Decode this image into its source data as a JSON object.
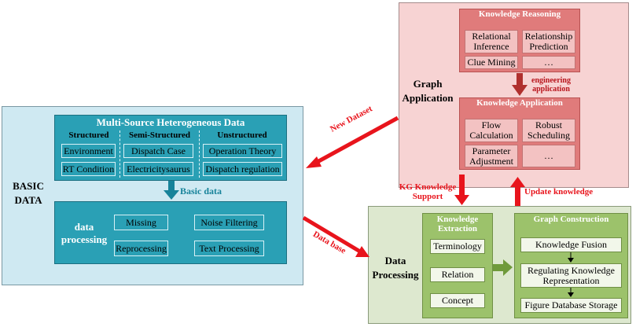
{
  "basic": {
    "title": "BASIC DATA",
    "mshd_title": "Multi-Source Heterogeneous Data",
    "columns": [
      "Structured",
      "Semi-Structured",
      "Unstructured"
    ],
    "structured": [
      "Environment",
      "RT Condition"
    ],
    "semi": [
      "Dispatch Case",
      "Electricitysaurus"
    ],
    "unstructured": [
      "Operation Theory",
      "Dispatch regulation"
    ],
    "arrow_label": "Basic data",
    "dp_label": "data processing",
    "dp_items": [
      "Missing",
      "Noise Filtering",
      "Reprocessing",
      "Text Processing"
    ]
  },
  "graph": {
    "title": "Graph Application",
    "reasoning_title": "Knowledge Reasoning",
    "reasoning_items": [
      "Relational Inference",
      "Relationship Prediction",
      "Clue Mining",
      "…"
    ],
    "engineering_label": "engineering application",
    "application_title": "Knowledge Application",
    "application_items": [
      "Flow Calculation",
      "Robust Scheduling",
      "Parameter Adjustment",
      "…"
    ]
  },
  "dp": {
    "title": "Data Processing",
    "extraction_title": "Knowledge Extraction",
    "extraction_items": [
      "Terminology",
      "Relation",
      "Concept"
    ],
    "construction_title": "Graph Construction",
    "construction_items": [
      "Knowledge Fusion",
      "Regulating Knowledge Representation",
      "Figure Database Storage"
    ]
  },
  "arrows": {
    "new_dataset": "New Dataset",
    "data_base": "Data base",
    "kg_support": "KG Knowledge Support",
    "update_knowledge": "Update knowledge"
  },
  "colors": {
    "red_arrow": "#e8141c",
    "teal_arrow": "#17839a",
    "green_arrow": "#6f9a3b",
    "dark_red_arrow": "#b0302e"
  }
}
